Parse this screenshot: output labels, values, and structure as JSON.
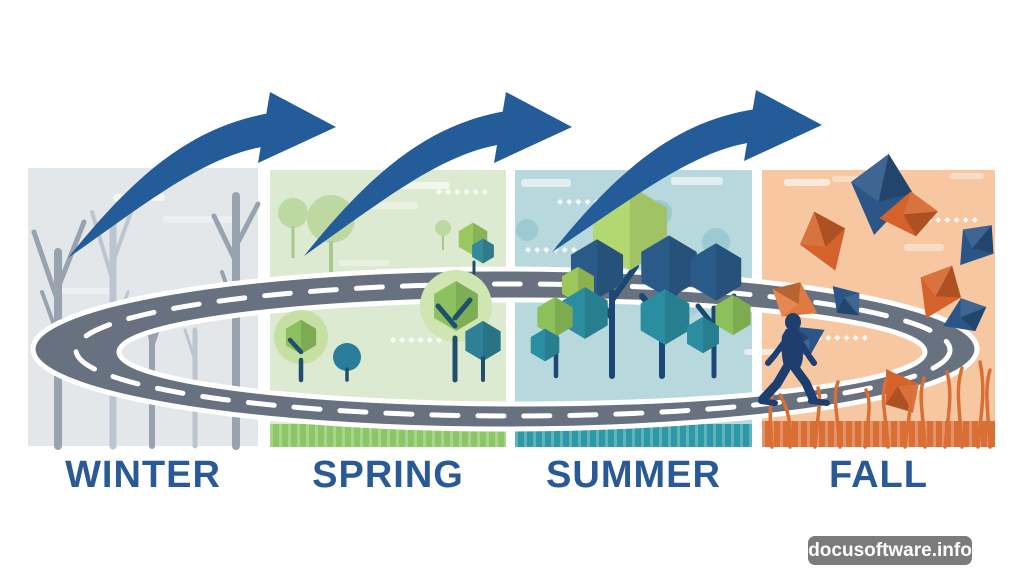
{
  "diagram": {
    "type": "seasonal-cycle-timeline",
    "description": "Four season panels connected by curved arrows over a looping road with a walking figure",
    "sequence": [
      "WINTER",
      "SPRING",
      "SUMMER",
      "FALL"
    ],
    "transitions": [
      {
        "from": "WINTER",
        "to": "SPRING",
        "connector": "curved-arrow"
      },
      {
        "from": "SPRING",
        "to": "SUMMER",
        "connector": "curved-arrow"
      },
      {
        "from": "SUMMER",
        "to": "FALL",
        "connector": "curved-arrow"
      }
    ]
  },
  "panels": [
    {
      "id": "winter",
      "label": "WINTER",
      "scene": "bare gray trees"
    },
    {
      "id": "spring",
      "label": "SPRING",
      "scene": "budding green trees and grass"
    },
    {
      "id": "summer",
      "label": "SUMMER",
      "scene": "full geometric tree canopies"
    },
    {
      "id": "fall",
      "label": "FALL",
      "scene": "large orange and navy leaves"
    }
  ],
  "watermark": {
    "text": "docusoftware.info"
  },
  "deco": {
    "diamond_row": "◆◆◆◆◆◆"
  },
  "icons": {
    "curved-arrow-icon": "thick blue swoosh arrow pointing right",
    "road-loop-icon": "gray oval racetrack road with white dashed centerline",
    "walking-person-icon": "navy silhouette walking right on the road",
    "bare-tree-icon": "leafless winter tree",
    "leaf-icon": "faceted polygonal autumn leaf"
  },
  "colors": {
    "winter-bg": "#e3e7ea",
    "spring-bg": "#dcead1",
    "summer-bg": "#b7d8dc",
    "fall-bg": "#f6c7a0",
    "spring-grass": "#8cc767",
    "summer-grass": "#2d98a6",
    "fall-grass": "#d96f35",
    "road": "#67717f",
    "roadline": "#ffffff",
    "arrow": "#235c99",
    "person": "#1d3e6f",
    "winter-tree": "#98a3af",
    "winter-tree-light": "#bcc5cf",
    "label": "#2a5a96",
    "wm-bg": "#7b7b7b",
    "wm-text": "#ffffff"
  }
}
